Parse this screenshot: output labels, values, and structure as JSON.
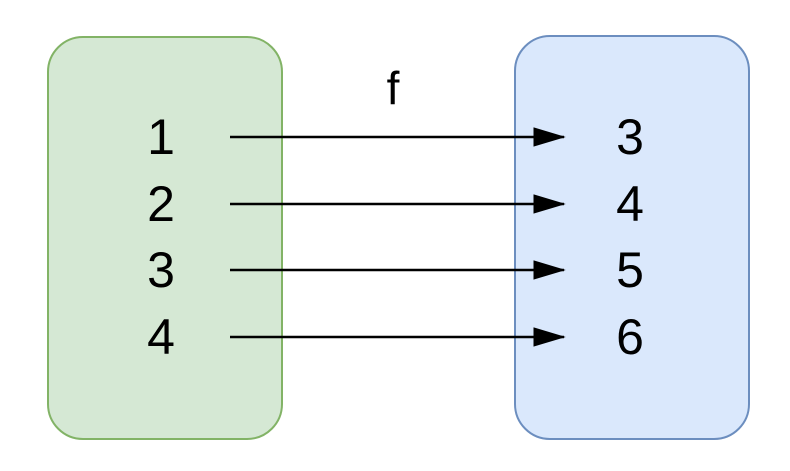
{
  "function_label": "f",
  "domain": {
    "elements": [
      "1",
      "2",
      "3",
      "4"
    ],
    "fill_color": "#d5e8d4",
    "border_color": "#82b366"
  },
  "codomain": {
    "elements": [
      "3",
      "4",
      "5",
      "6"
    ],
    "fill_color": "#dae8fc",
    "border_color": "#6c8ebf"
  },
  "mappings": [
    {
      "from": "1",
      "to": "3"
    },
    {
      "from": "2",
      "to": "4"
    },
    {
      "from": "3",
      "to": "5"
    },
    {
      "from": "4",
      "to": "6"
    }
  ],
  "colors": {
    "arrow": "#000000",
    "background": "#ffffff",
    "text": "#000000"
  }
}
